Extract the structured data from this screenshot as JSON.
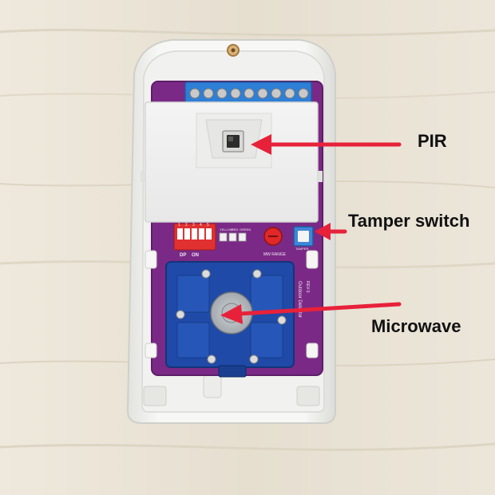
{
  "annotations": {
    "pir_label": "PIR",
    "tamper_label": "Tamper switch",
    "microwave_label": "Microwave"
  },
  "colors": {
    "background_wood": "#e9e3d6",
    "housing": "#f4f4f2",
    "pcb_purple": "#7a2a86",
    "microwave_module_blue": "#1f4aa8",
    "terminal_block_blue": "#2e7fd6",
    "arrow_red": "#e8213a",
    "dip_switch_red": "#e03030",
    "tamper_switch_blue": "#3f86d8"
  },
  "pcb": {
    "dip_switch_label": "DP",
    "dip_on_label": "ON",
    "dip_numbers": [
      "1",
      "2",
      "3",
      "4",
      "5"
    ],
    "led_labels": [
      "YELLOW",
      "RED",
      "GREEN"
    ],
    "mw_range_label": "MW RANGE",
    "tamper_text": "TAMPER",
    "side_text": "Outdoor Detector",
    "rev_text": "REV-3"
  },
  "icons": {
    "pir_sensor": "pir-sensor-icon",
    "arrow": "arrow-left-icon"
  }
}
